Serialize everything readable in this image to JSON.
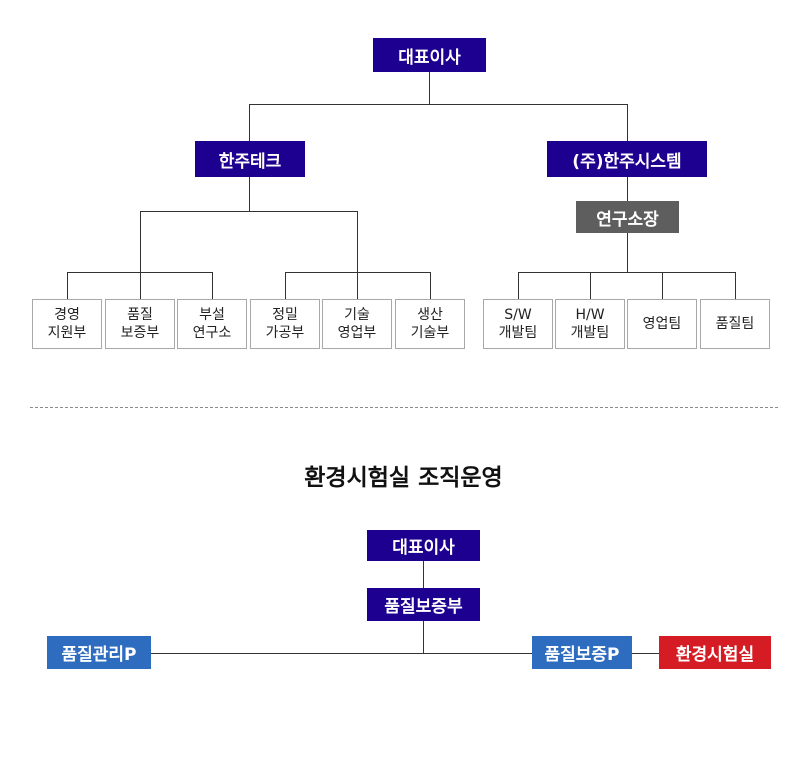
{
  "org_chart": {
    "ceo": "대표이사",
    "hanju_tech": {
      "name": "한주테크",
      "departments": [
        {
          "line1": "경영",
          "line2": "지원부"
        },
        {
          "line1": "품질",
          "line2": "보증부"
        },
        {
          "line1": "부설",
          "line2": "연구소"
        },
        {
          "line1": "정밀",
          "line2": "가공부"
        },
        {
          "line1": "기술",
          "line2": "영업부"
        },
        {
          "line1": "생산",
          "line2": "기술부"
        }
      ]
    },
    "hanju_system": {
      "name": "(주)한주시스템",
      "lab_head": "연구소장",
      "teams": [
        {
          "line1": "S/W",
          "line2": "개발팀"
        },
        {
          "line1": "H/W",
          "line2": "개발팀"
        },
        {
          "line1": "영업팀",
          "line2": ""
        },
        {
          "line1": "품질팀",
          "line2": ""
        }
      ]
    }
  },
  "lab_chart": {
    "title": "환경시험실 조직운영",
    "ceo": "대표이사",
    "qa_dept": "품질보증부",
    "qm_part": "품질관리P",
    "qa_part": "품질보증P",
    "env_lab": "환경시험실"
  },
  "colors": {
    "navy": "#1d008f",
    "gray": "#5e5e5e",
    "blue": "#2e6cc0",
    "red": "#d51c24",
    "line": "#333333"
  }
}
